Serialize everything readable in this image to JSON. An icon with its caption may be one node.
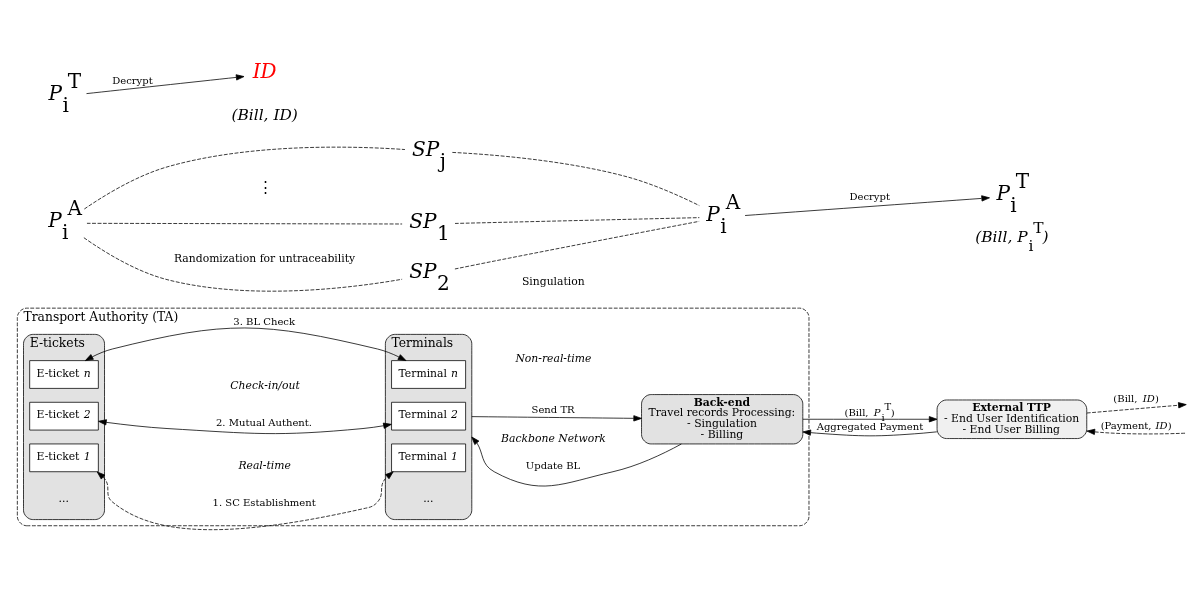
{
  "diagram": {
    "nodes": [
      {
        "text": [
          "Transport Authority (TA)"
        ]
      },
      {
        "text": [
          "E-tickets"
        ],
        "in": 0
      },
      {
        "text": [
          "E-ticket *1*"
        ],
        "in": 1
      },
      {
        "text": [
          "E-ticket *2*"
        ],
        "in": 1
      },
      {
        "text": [
          "E-ticket *n*"
        ],
        "in": 1
      },
      {
        "text": [
          "Terminals"
        ],
        "in": 0
      },
      {
        "text": [
          "Terminal *1*"
        ],
        "in": 5
      },
      {
        "text": [
          "Terminal *2*"
        ],
        "in": 5
      },
      {
        "text": [
          "Terminal *n*"
        ],
        "in": 5
      },
      {
        "text": [
          "Back-end",
          "Travel records Processing:",
          "- Singulation",
          "- Billing"
        ],
        "in": 0
      },
      {
        "text": [
          "External TTP",
          "- End User Identification",
          "- End User Billing"
        ]
      },
      {
        "text": [
          "*P*$_{i}$$^{A}$"
        ]
      },
      {
        "text": [
          "*SP*$_{1}$"
        ]
      },
      {
        "text": [
          "*SP*$_{2}$"
        ]
      },
      {
        "text": [
          "*SP*$_{j}$"
        ]
      },
      {
        "text": [
          "*P*$_{i}$$^{A}$"
        ]
      },
      {
        "text": [
          "*P*$_{i}$$^{T}$"
        ]
      },
      {
        "text": [
          "*P*$_{i}$$^{T}$"
        ]
      },
      {
        "text": [
          "*ID*"
        ]
      }
    ],
    "edges": [
      {
        "from": 2,
        "to": 6,
        "arrow": "both",
        "label": "1. SC Establishment",
        "style": "dashed"
      },
      {
        "from": 3,
        "to": 7,
        "arrow": "both",
        "label": "2. Mutual Authent."
      },
      {
        "from": 4,
        "to": 8,
        "arrow": "both",
        "label": "3. BL Check"
      },
      {
        "from": 5,
        "to": 9,
        "arrow": "to",
        "label": "Send TR"
      },
      {
        "from": 9,
        "to": 5,
        "arrow": "to",
        "label": "Update BL"
      },
      {
        "from": 9,
        "to": 10,
        "arrow": "to",
        "label": "(Bill, *P*$_{i}$$^{T}$)"
      },
      {
        "from": 10,
        "to": 9,
        "arrow": "to",
        "label": "Aggregated Payment"
      },
      {
        "from": 10,
        "to": null,
        "arrow": "to",
        "label": "(Bill, *ID*)",
        "style": "dashed"
      },
      {
        "from": null,
        "to": 10,
        "arrow": "to",
        "label": "(Payment, *ID*)",
        "style": "dashed"
      },
      {
        "from": 11,
        "to": 12,
        "arrow": "none",
        "style": "dashed"
      },
      {
        "from": 11,
        "to": 13,
        "arrow": "none",
        "style": "dashed"
      },
      {
        "from": 11,
        "to": 14,
        "arrow": "none",
        "style": "dashed"
      },
      {
        "from": 12,
        "to": 15,
        "arrow": "none",
        "style": "dashed"
      },
      {
        "from": 13,
        "to": 15,
        "arrow": "none",
        "style": "dashed"
      },
      {
        "from": 14,
        "to": 15,
        "arrow": "none",
        "style": "dashed"
      },
      {
        "from": 15,
        "to": 16,
        "arrow": "to",
        "label": "Decrypt"
      },
      {
        "from": 17,
        "to": 18,
        "arrow": "to",
        "label": "Decrypt"
      }
    ],
    "labels": [
      "*Check-in/out*",
      "*Backbone Network*",
      "...",
      "...",
      "*Real-time*",
      "*Non-real-time*",
      "Randomization for untraceability",
      "Singulation",
      "⋮",
      "*(Bill, P*$_{i}$$^{T}$*)*",
      "*(Bill, ID)*"
    ]
  }
}
